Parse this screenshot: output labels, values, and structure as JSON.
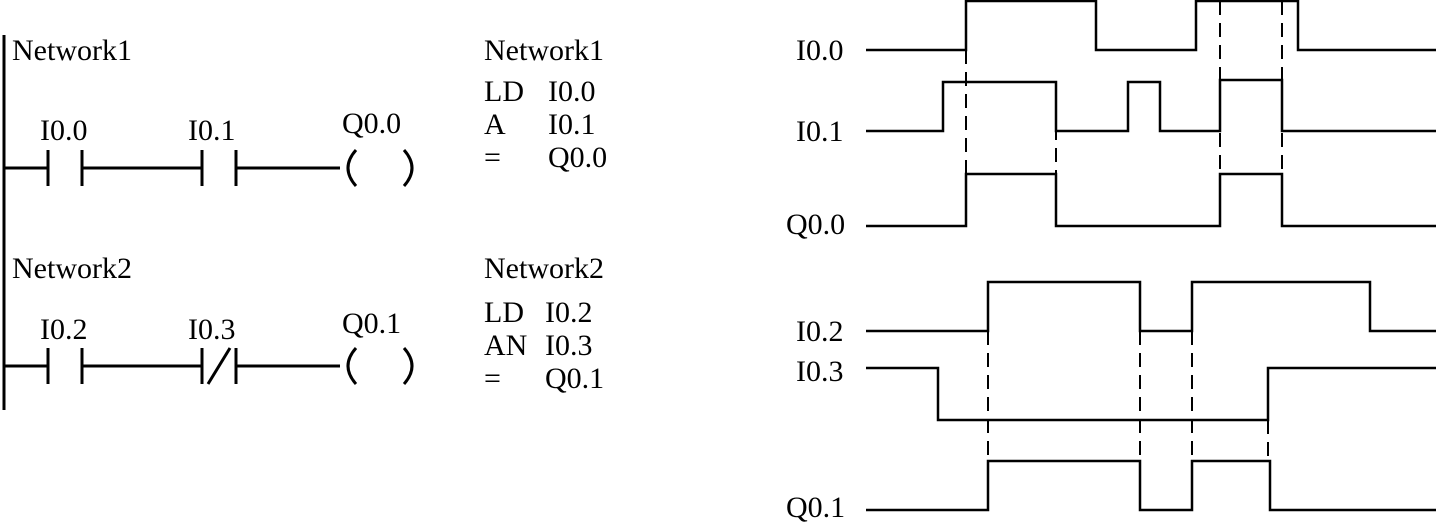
{
  "ladder": {
    "network1": {
      "title": "Network1",
      "contact1_label": "I0.0",
      "contact2_label": "I0.1",
      "coil_label": "Q0.0"
    },
    "network2": {
      "title": "Network2",
      "contact1_label": "I0.2",
      "contact2_label": "I0.3",
      "coil_label": "Q0.1"
    }
  },
  "statement_list": {
    "network1": {
      "title": "Network1",
      "lines": [
        {
          "op": "LD",
          "operand": "I0.0"
        },
        {
          "op": "A",
          "operand": "I0.1"
        },
        {
          "op": "=",
          "operand": "Q0.0"
        }
      ]
    },
    "network2": {
      "title": "Network2",
      "lines": [
        {
          "op": "LD",
          "operand": "I0.2"
        },
        {
          "op": "AN",
          "operand": "I0.3"
        },
        {
          "op": "=",
          "operand": "Q0.1"
        }
      ]
    }
  },
  "timing": {
    "group1": {
      "signals": [
        {
          "name": "I0.0",
          "transitions": [
            0,
            1,
            0,
            1,
            0
          ]
        },
        {
          "name": "I0.1",
          "transitions": [
            0,
            1,
            0,
            1,
            0,
            1,
            0
          ]
        },
        {
          "name": "Q0.0",
          "transitions": [
            0,
            1,
            0,
            1,
            0
          ]
        }
      ]
    },
    "group2": {
      "signals": [
        {
          "name": "I0.2",
          "transitions": [
            0,
            1,
            0,
            1,
            0
          ]
        },
        {
          "name": "I0.3",
          "transitions": [
            1,
            0,
            1
          ]
        },
        {
          "name": "Q0.1",
          "transitions": [
            0,
            1,
            0,
            1,
            0
          ]
        }
      ]
    }
  }
}
